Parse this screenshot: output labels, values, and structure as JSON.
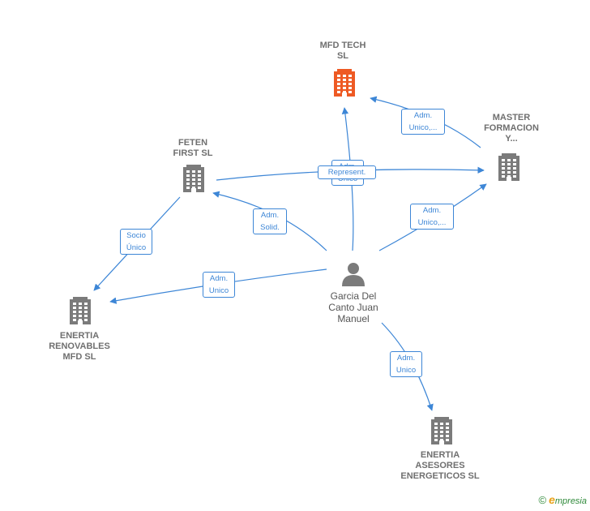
{
  "colors": {
    "edge": "#3d86d6",
    "company": "#7b7b7b",
    "focus_company": "#ee5a24",
    "person": "#7b7b7b"
  },
  "nodes": [
    {
      "id": "mfd_tech",
      "label": "MFD TECH\nSL",
      "type": "company",
      "focus": true,
      "icon": "building-icon"
    },
    {
      "id": "master",
      "label": "MASTER\nFORMACION\nY...",
      "type": "company",
      "icon": "building-icon"
    },
    {
      "id": "feten",
      "label": "FETEN\nFIRST  SL",
      "type": "company",
      "icon": "building-icon"
    },
    {
      "id": "enertia_ren",
      "label": "ENERTIA\nRENOVABLES\nMFD  SL",
      "type": "company",
      "icon": "building-icon"
    },
    {
      "id": "garcia",
      "label": "Garcia Del\nCanto Juan\nManuel",
      "type": "person",
      "icon": "person-icon"
    },
    {
      "id": "enertia_ases",
      "label": "ENERTIA\nASESORES\nENERGETICOS SL",
      "type": "company",
      "icon": "building-icon"
    }
  ],
  "edges": [
    {
      "id": "e1",
      "label": "Adm.\nUnico,...",
      "from": "master",
      "to": "mfd_tech"
    },
    {
      "id": "e2",
      "label": "Adm.\nUnico",
      "from": "garcia",
      "to": "mfd_tech"
    },
    {
      "id": "e3",
      "label": "Represent.",
      "from": "feten",
      "to": "master"
    },
    {
      "id": "e4",
      "label": "Adm.\nSolid.",
      "from": "garcia",
      "to": "feten"
    },
    {
      "id": "e5",
      "label": "Adm.\nUnico,...",
      "from": "garcia",
      "to": "master"
    },
    {
      "id": "e6",
      "label": "Socio\nÚnico",
      "from": "feten",
      "to": "enertia_ren"
    },
    {
      "id": "e7",
      "label": "Adm.\nUnico",
      "from": "garcia",
      "to": "enertia_ren"
    },
    {
      "id": "e8",
      "label": "Adm.\nUnico",
      "from": "garcia",
      "to": "enertia_ases"
    }
  ],
  "brand": {
    "copyright": "©",
    "initial": "e",
    "name": "mpresia"
  }
}
